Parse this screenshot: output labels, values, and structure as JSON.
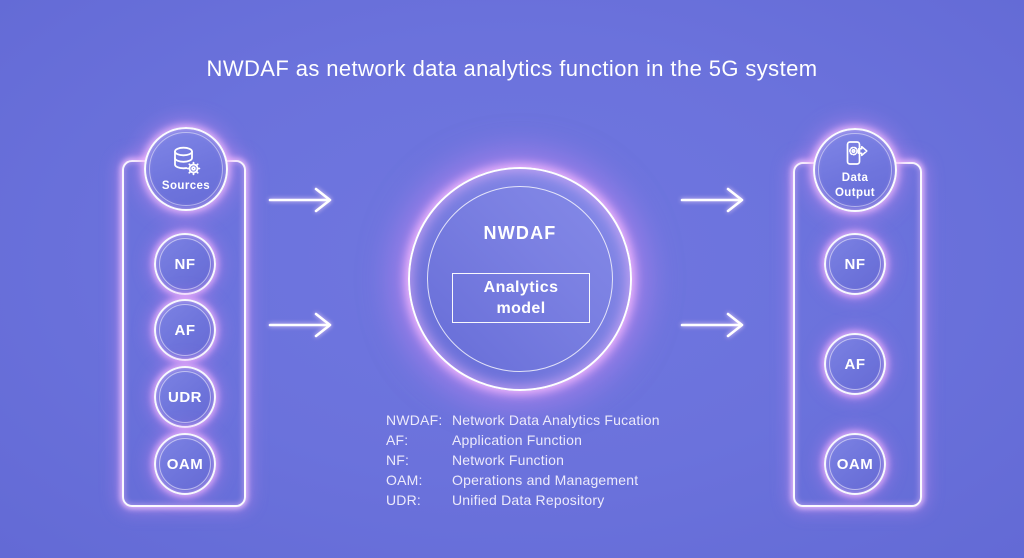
{
  "title": "NWDAF as network data analytics function in the 5G system",
  "left_panel": {
    "header": {
      "label": "Sources",
      "icon": "database-gear-icon"
    },
    "nodes": [
      {
        "label": "NF"
      },
      {
        "label": "AF"
      },
      {
        "label": "UDR"
      },
      {
        "label": "OAM"
      }
    ]
  },
  "center": {
    "name": "NWDAF",
    "box_label": "Analytics\nmodel"
  },
  "right_panel": {
    "header": {
      "label": "Data\nOutput",
      "icon": "device-output-icon"
    },
    "nodes": [
      {
        "label": "NF"
      },
      {
        "label": "AF"
      },
      {
        "label": "OAM"
      }
    ]
  },
  "legend": {
    "rows": [
      {
        "abbr": "NWDAF:",
        "full": "Network Data Analytics Fucation"
      },
      {
        "abbr": "AF:",
        "full": "Application Function"
      },
      {
        "abbr": "NF:",
        "full": "Network Function"
      },
      {
        "abbr": "OAM:",
        "full": "Operations and Management"
      },
      {
        "abbr": "UDR:",
        "full": "Unified Data Repository"
      }
    ]
  },
  "colors": {
    "background": "#6b72dc",
    "glow_pink": "#f2b6ff",
    "line_white": "#ffffff"
  }
}
